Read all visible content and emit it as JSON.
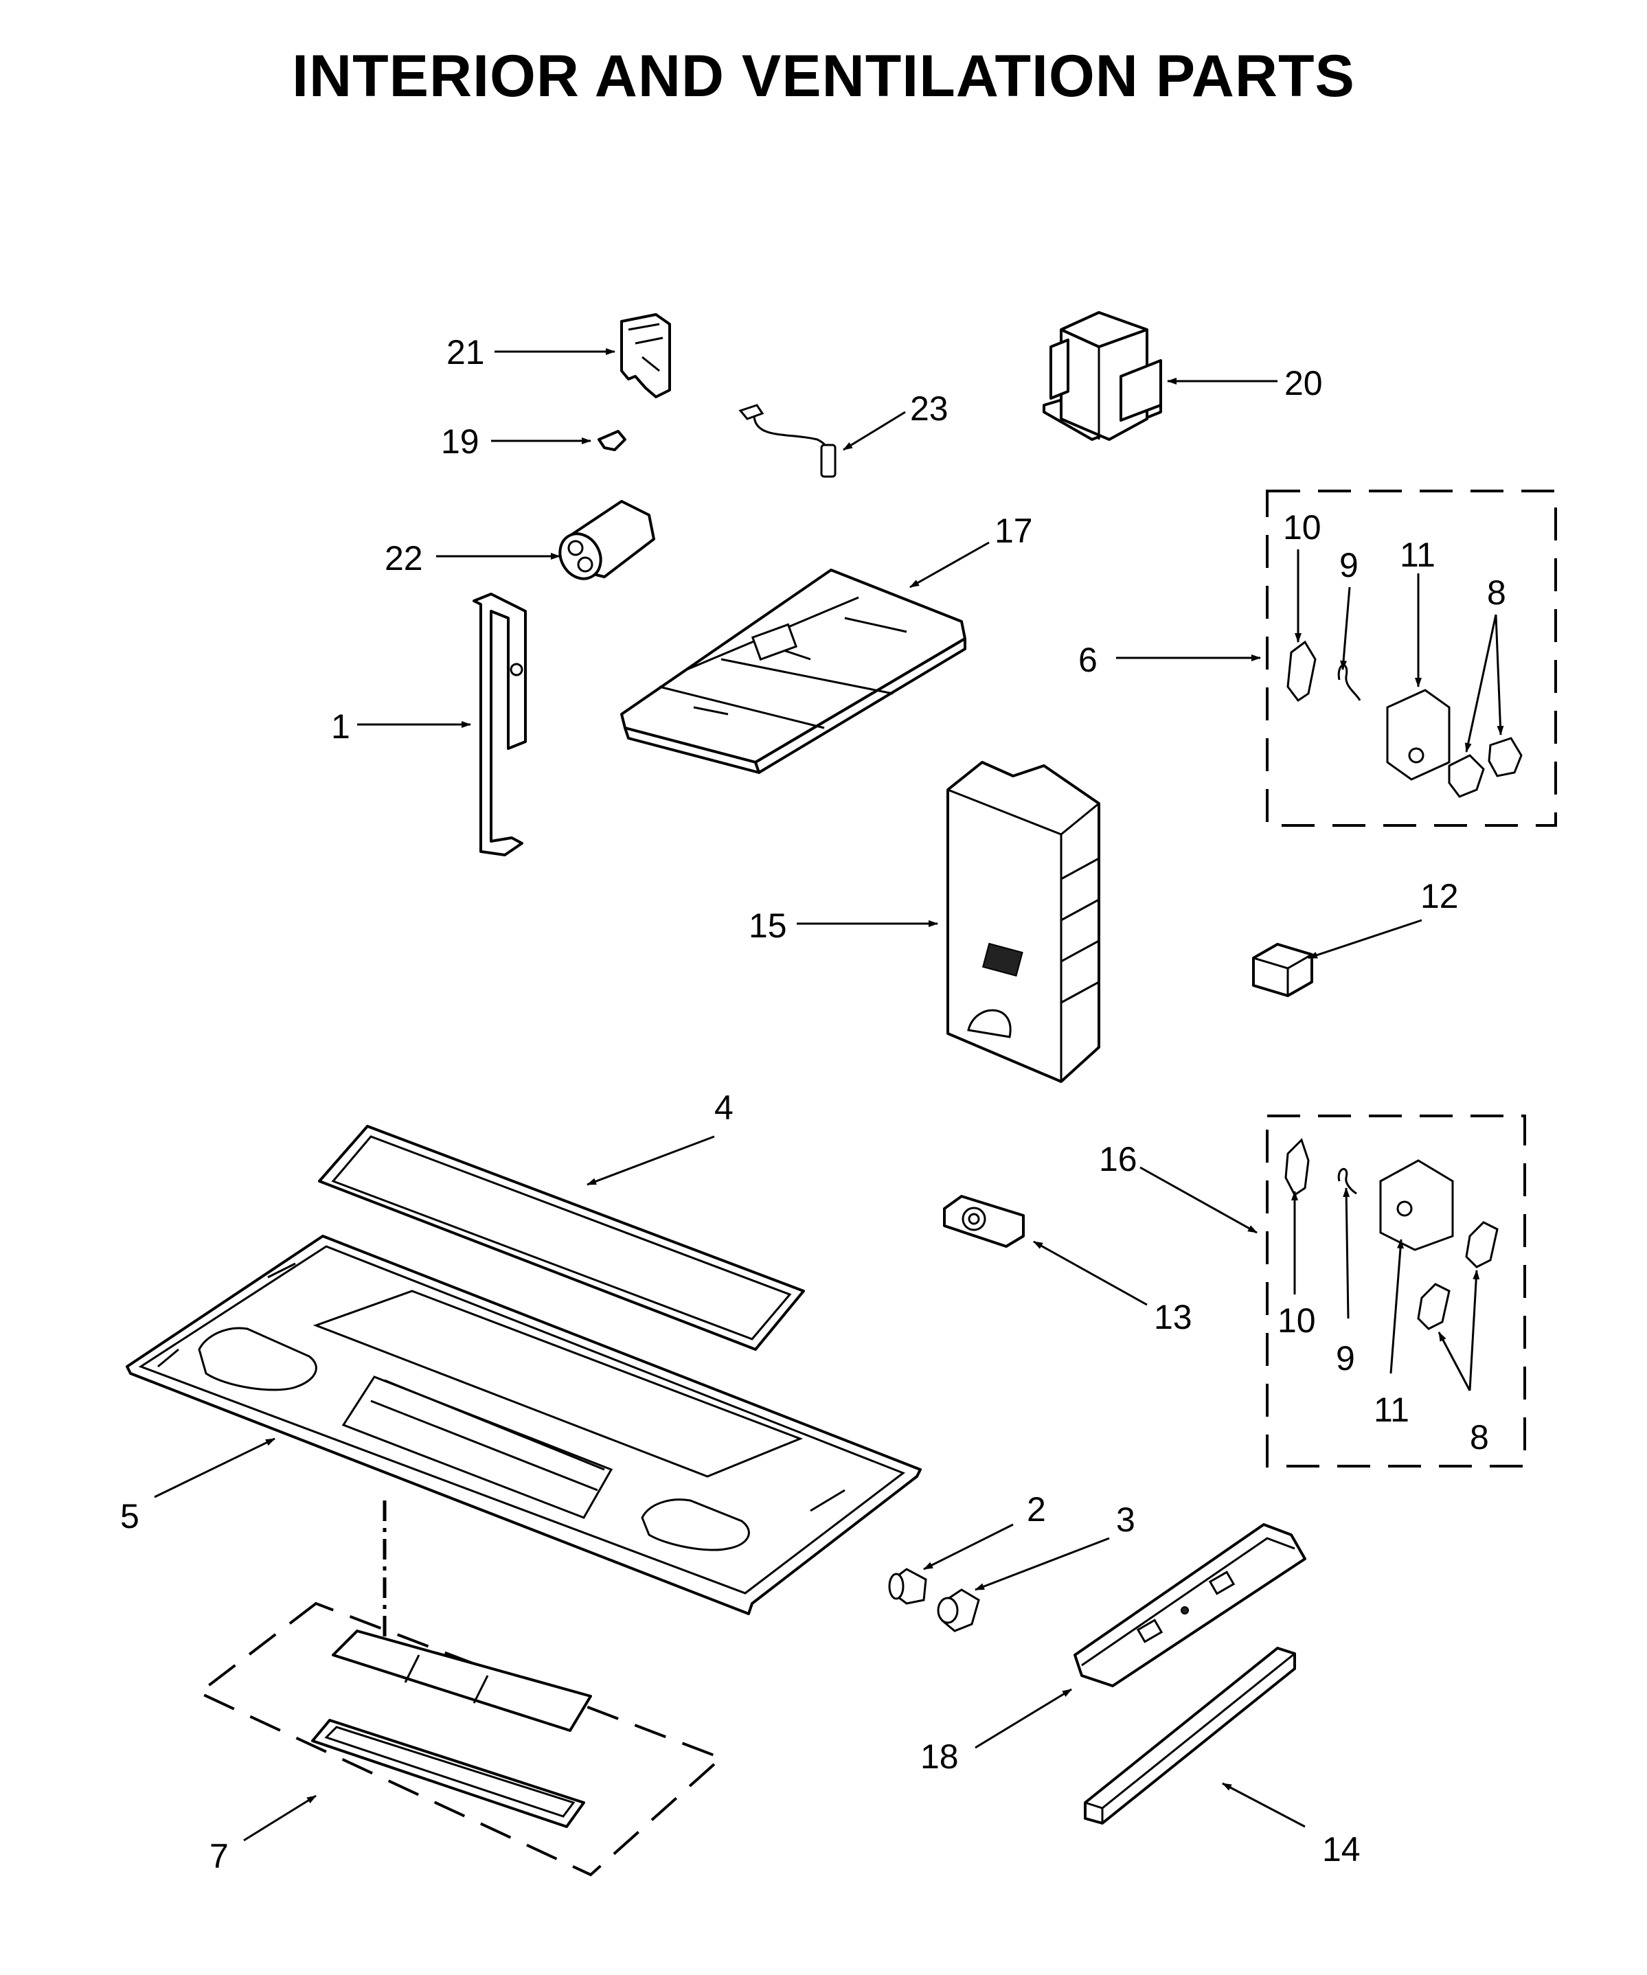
{
  "title": "INTERIOR AND VENTILATION PARTS",
  "callouts": {
    "c1": "1",
    "c2": "2",
    "c3": "3",
    "c4": "4",
    "c5": "5",
    "c6": "6",
    "c7": "7",
    "c8a": "8",
    "c8b": "8",
    "c9a": "9",
    "c9b": "9",
    "c10a": "10",
    "c10b": "10",
    "c11a": "11",
    "c11b": "11",
    "c12": "12",
    "c13": "13",
    "c14": "14",
    "c15": "15",
    "c16": "16",
    "c17": "17",
    "c18": "18",
    "c19": "19",
    "c20": "20",
    "c21": "21",
    "c22": "22",
    "c23": "23"
  }
}
